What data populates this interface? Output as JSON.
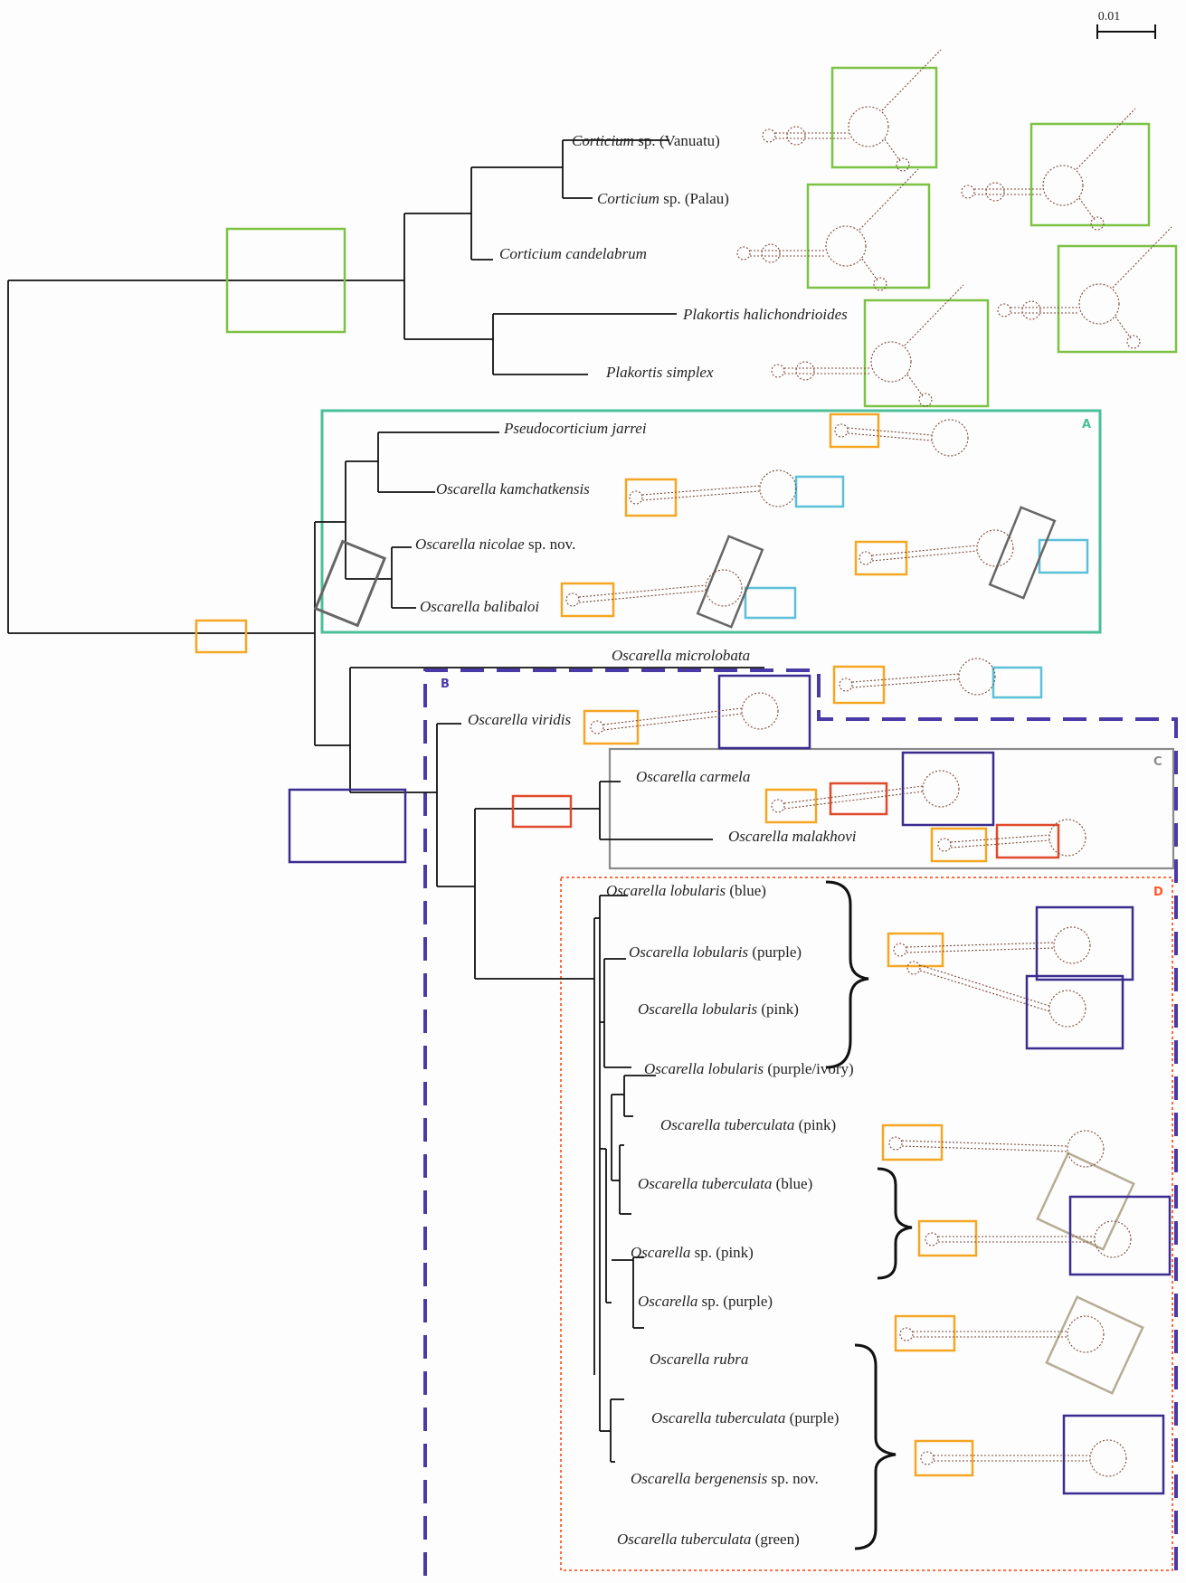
{
  "scale_bar": {
    "label": "0.01"
  },
  "clades": [
    {
      "id": "A",
      "label": "A",
      "color": "#4bbf9a"
    },
    {
      "id": "B",
      "label": "B",
      "color": "#4a3aa8"
    },
    {
      "id": "C",
      "label": "C",
      "color": "#8a8a8a"
    },
    {
      "id": "D",
      "label": "D",
      "color": "#ff5a2a"
    }
  ],
  "taxa": [
    {
      "genus": "Corticium",
      "rest": " sp. (Vanuatu)"
    },
    {
      "genus": "Corticium",
      "rest": " sp. (Palau)"
    },
    {
      "genus": "Corticium candelabrum",
      "rest": ""
    },
    {
      "genus": "Plakortis halichondrioides",
      "rest": ""
    },
    {
      "genus": "Plakortis simplex",
      "rest": ""
    },
    {
      "genus": "Pseudocorticium jarrei",
      "rest": ""
    },
    {
      "genus": "Oscarella kamchatkensis",
      "rest": ""
    },
    {
      "genus": "Oscarella nicolae",
      "rest": " sp. nov."
    },
    {
      "genus": "Oscarella balibaloi",
      "rest": ""
    },
    {
      "genus": "Oscarella microlobata",
      "rest": ""
    },
    {
      "genus": "Oscarella viridis",
      "rest": ""
    },
    {
      "genus": "Oscarella carmela",
      "rest": ""
    },
    {
      "genus": "Oscarella malakhovi",
      "rest": ""
    },
    {
      "genus": "Oscarella lobularis",
      "rest": " (blue)"
    },
    {
      "genus": "Oscarella lobularis",
      "rest": " (purple)"
    },
    {
      "genus": "Oscarella lobularis",
      "rest": " (pink)"
    },
    {
      "genus": "Oscarella lobularis",
      "rest": " (purple/ivory)"
    },
    {
      "genus": "Oscarella tuberculata",
      "rest": " (pink)"
    },
    {
      "genus": "Oscarella tuberculata",
      "rest": " (blue)"
    },
    {
      "genus": "Oscarella",
      "rest": " sp. (pink)"
    },
    {
      "genus": "Oscarella",
      "rest": " sp. (purple)"
    },
    {
      "genus": "Oscarella rubra",
      "rest": ""
    },
    {
      "genus": "Oscarella tuberculata",
      "rest": " (purple)"
    },
    {
      "genus": "Oscarella bergenensis",
      "rest": " sp. nov."
    },
    {
      "genus": "Oscarella tuberculata",
      "rest": " (green)"
    }
  ],
  "colors": {
    "green": "#7cc243",
    "orange": "#f5a623",
    "cyan": "#5bc0d8",
    "grey": "#666666",
    "purple": "#3a2d8f",
    "red": "#e04a2a",
    "tan": "#b5ad94"
  }
}
